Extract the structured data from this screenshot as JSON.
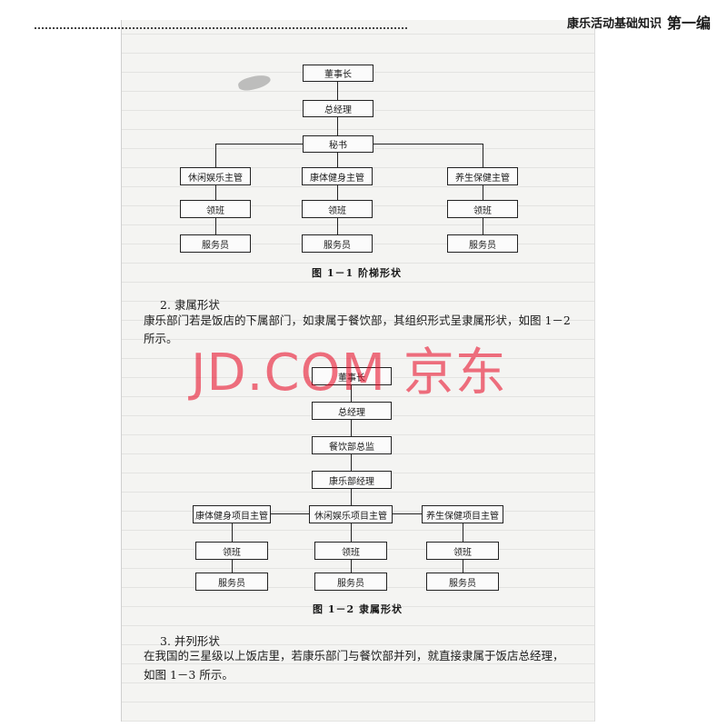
{
  "header": {
    "title": "康乐活动基础知识",
    "part": "第一编"
  },
  "fig1": {
    "top": [
      "董事长",
      "总经理",
      "秘书"
    ],
    "managers": [
      "休闲娱乐主管",
      "康体健身主管",
      "养生保健主管"
    ],
    "leader": "领班",
    "staff": "服务员",
    "caption": "图 1－1  阶梯形状"
  },
  "section2": {
    "heading": "2. 隶属形状",
    "para_line1": "康乐部门若是饭店的下属部门，如隶属于餐饮部，其组织形式呈隶属形状，如图 1－2",
    "para_line2": "所示。"
  },
  "fig2": {
    "top": [
      "董事长",
      "总经理",
      "餐饮部总监",
      "康乐部经理"
    ],
    "managers": [
      "康体健身项目主管",
      "休闲娱乐项目主管",
      "养生保健项目主管"
    ],
    "leader": "领班",
    "staff": "服务员",
    "caption": "图 1－2  隶属形状"
  },
  "section3": {
    "heading": "3. 并列形状",
    "para_line1": "在我国的三星级以上饭店里，若康乐部门与餐饮部并列，就直接隶属于饭店总经理，",
    "para_line2": "如图 1－3 所示。"
  },
  "watermark": "JD.COM 京东"
}
